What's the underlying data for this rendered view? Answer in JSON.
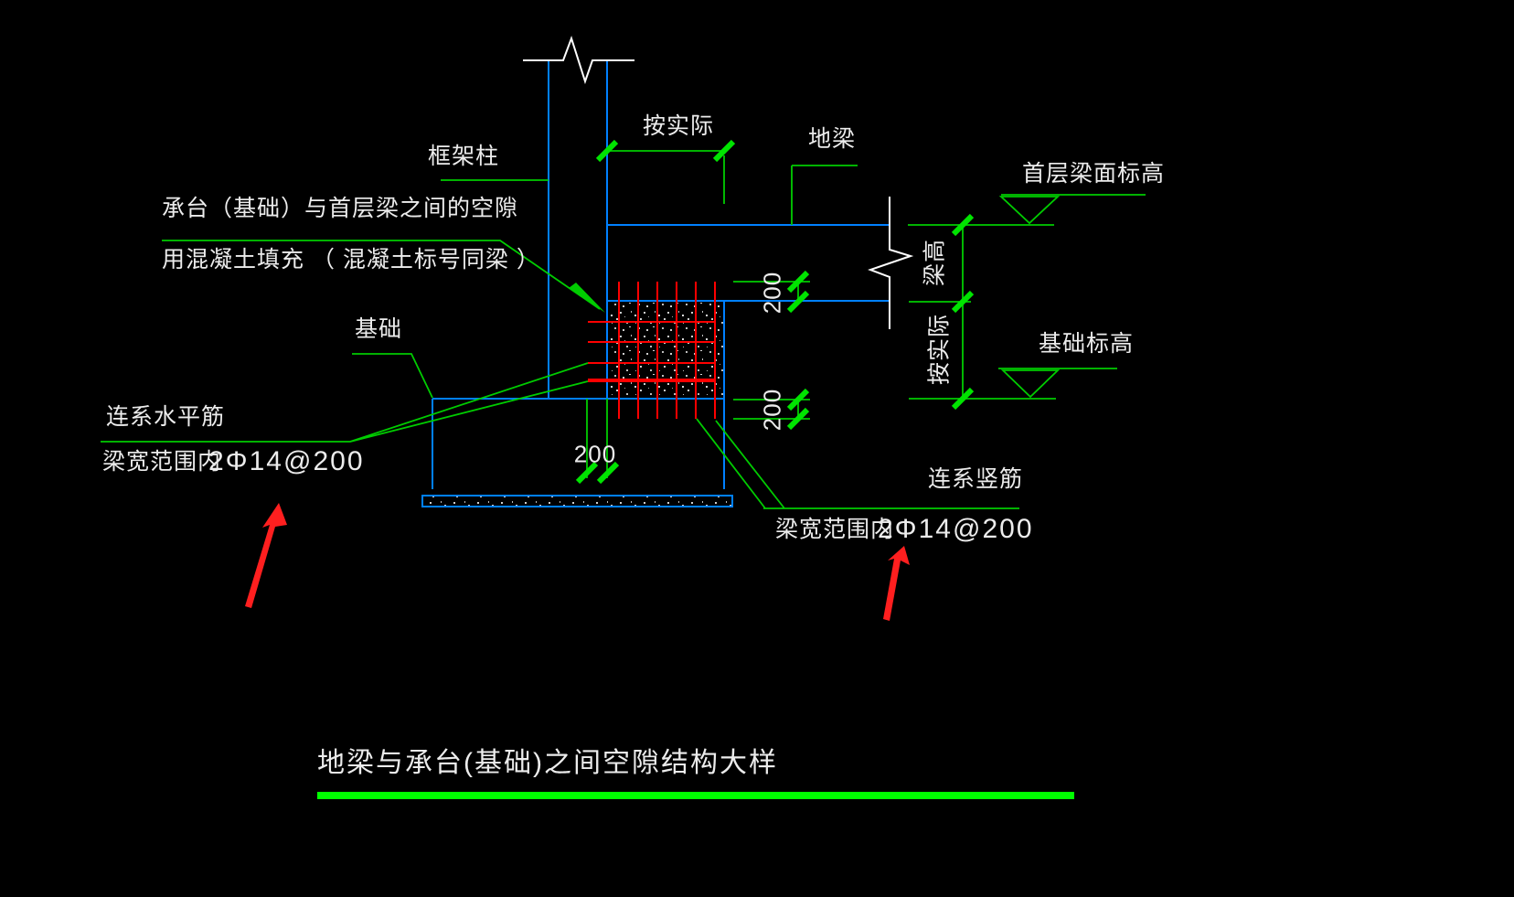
{
  "colors": {
    "background": "#000000",
    "structure_blue": "#0080ff",
    "annotation_green": "#00cc00",
    "tick_green": "#00e400",
    "rebar_red": "#ff0000",
    "markup_arrow_red": "#ff1f1f",
    "break_line_white": "#ffffff",
    "text_white": "#ececec",
    "title_bar_green": "#00ff00"
  },
  "labels": {
    "frame_column": "框架柱",
    "top_dim": "按实际",
    "ground_beam": "地梁",
    "gap_note_line1": "承台（基础）与首层梁之间的空隙",
    "gap_note_line2": "用混凝土填充 （ 混凝土标号同梁 ）",
    "foundation": "基础",
    "first_floor_beam_level": "首层梁面标高",
    "beam_height": "梁高",
    "right_dim_lower": "按实际",
    "foundation_level": "基础标高",
    "horiz_tie": {
      "name": "连系水平筋",
      "range": "梁宽范围内",
      "spec": "2Φ14@200"
    },
    "vert_tie": {
      "name": "连系竖筋",
      "range": "梁宽范围内",
      "spec": "2Φ14@200"
    },
    "dim_embed_top": "200",
    "dim_embed_bottom": "200",
    "dim_anchor_bottom": "200",
    "title": "地梁与承台(基础)之间空隙结构大样"
  }
}
